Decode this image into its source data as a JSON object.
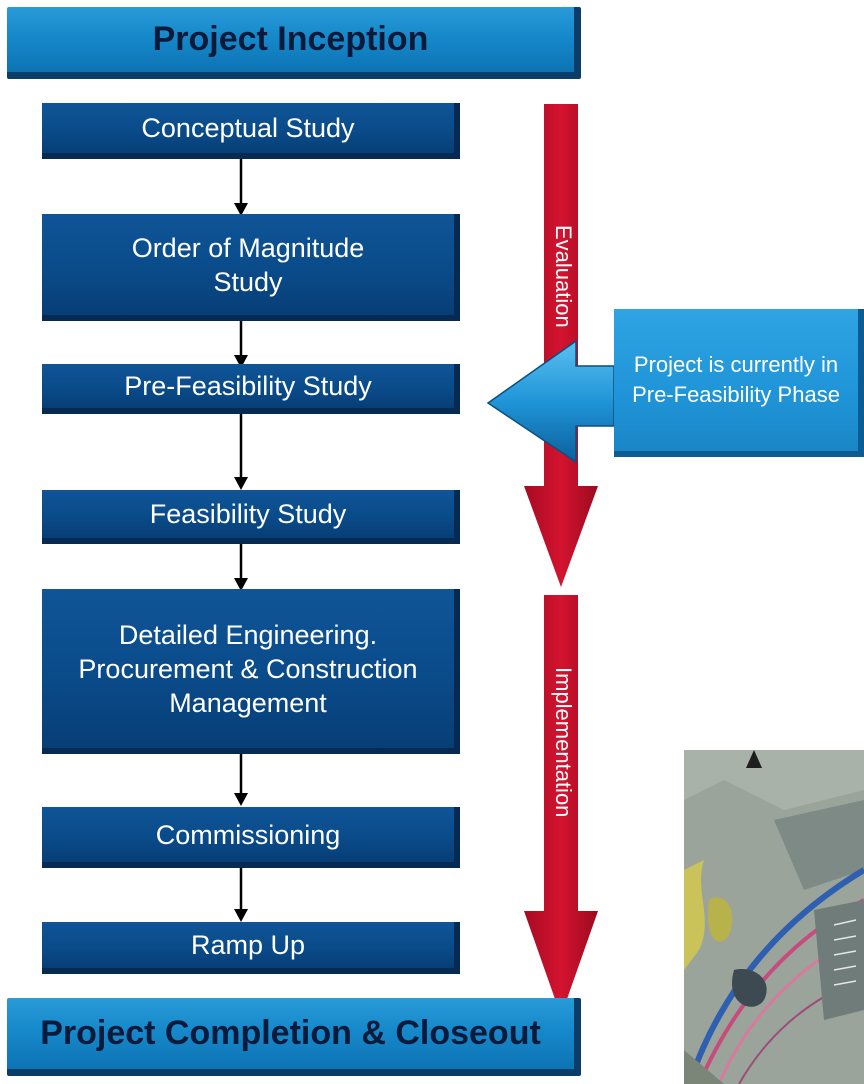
{
  "banners": {
    "top": "Project Inception",
    "bottom": "Project Completion & Closeout"
  },
  "stages": [
    {
      "label": "Conceptual Study"
    },
    {
      "label": "Order of Magnitude\nStudy"
    },
    {
      "label": "Pre-Feasibility Study"
    },
    {
      "label": "Feasibility Study"
    },
    {
      "label": "Detailed Engineering.\nProcurement & Construction\nManagement"
    },
    {
      "label": "Commissioning"
    },
    {
      "label": "Ramp Up"
    }
  ],
  "phases": {
    "evaluation": "Evaluation",
    "implementation": "Implementation"
  },
  "callout": {
    "text": "Project is currently in\nPre-Feasibility Phase"
  },
  "colors": {
    "banner_blue": "#1689cb",
    "stage_navy": "#0a4b8a",
    "phase_red": "#c8102e",
    "callout_blue": "#1f95d8"
  }
}
